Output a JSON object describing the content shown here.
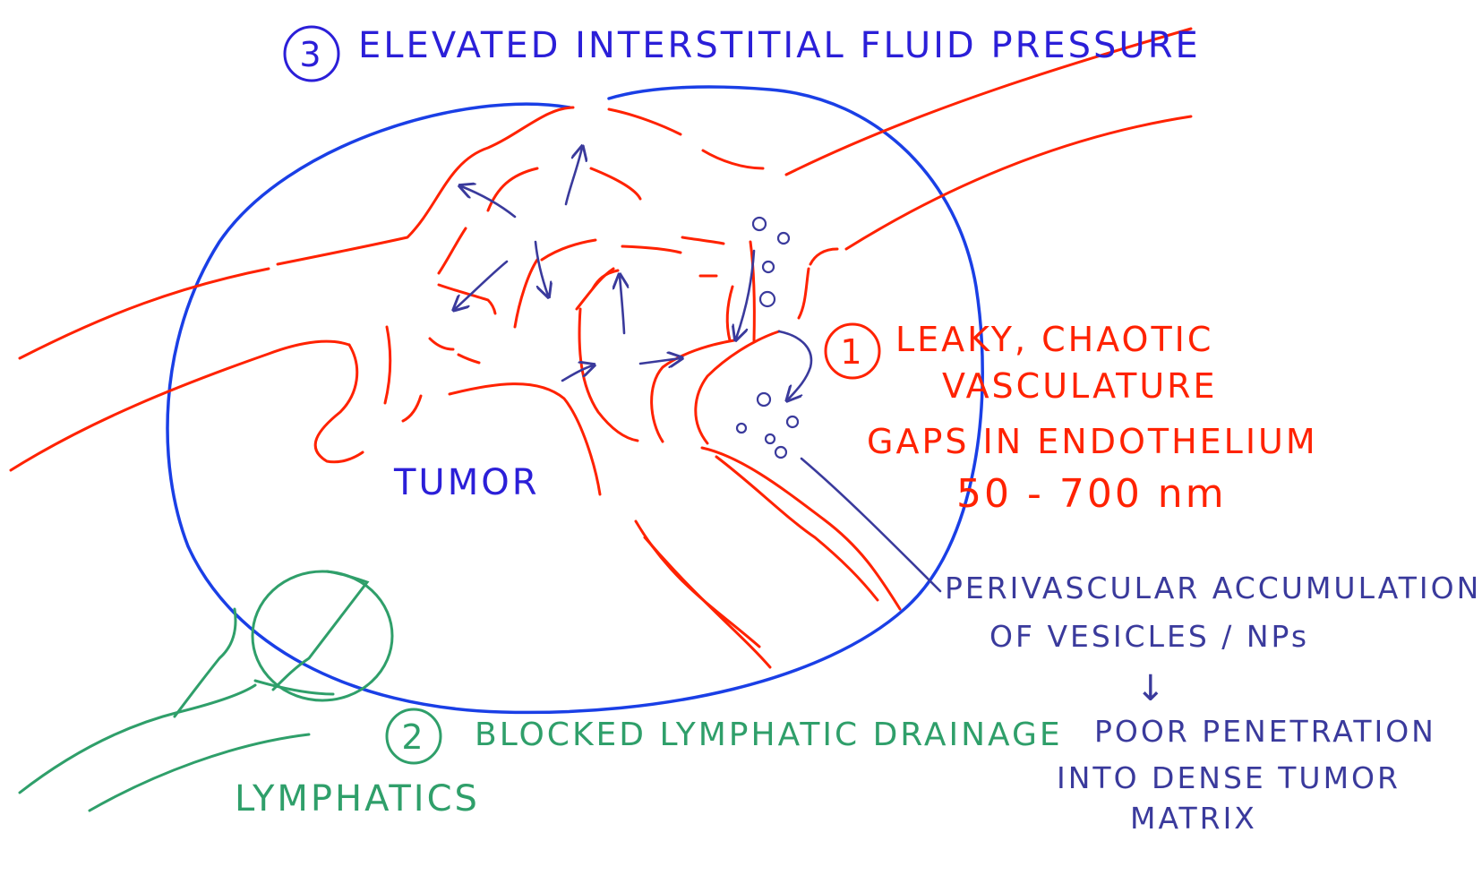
{
  "labels": {
    "title_number": "3",
    "title": "ELEVATED INTERSTITIAL FLUID PRESSURE",
    "tumor": "TUMOR",
    "leaky_number": "1",
    "leaky_line1": "LEAKY, CHAOTIC",
    "leaky_line2": "VASCULATURE",
    "gaps_line1": "GAPS IN ENDOTHELIUM",
    "gaps_line2": "50 - 700 nm",
    "perivascular_line1": "PERIVASCULAR ACCUMULATION",
    "perivascular_line2": "OF VESICLES / NPs",
    "result_arrow": "↓",
    "result_line1": "POOR PENETRATION",
    "result_line2": "INTO DENSE TUMOR",
    "result_line3": "MATRIX",
    "blocked_number": "2",
    "blocked": "BLOCKED LYMPHATIC DRAINAGE",
    "lymphatics": "LYMPHATICS"
  },
  "colors": {
    "tumor_outline": "#1a3fe6",
    "vessels": "#ff2200",
    "flow_arrows": "#3a3a9c",
    "lymphatics": "#2f9f6a",
    "title_text": "#2b1fd8"
  },
  "icons": {
    "vesicle": "small-circle",
    "flow": "arrow",
    "blocked": "crossed-circle"
  }
}
